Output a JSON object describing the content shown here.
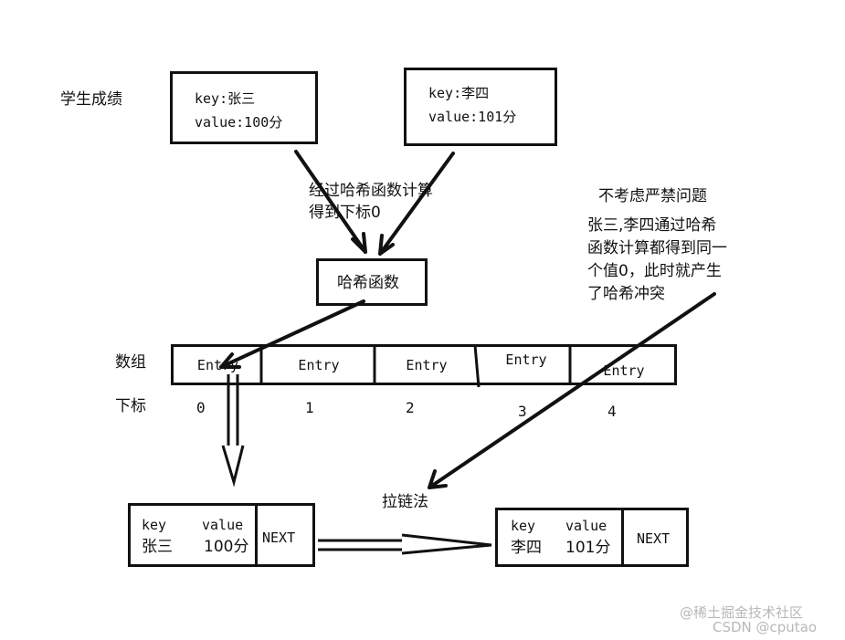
{
  "title": "学生成绩",
  "box1": {
    "line1": "key:张三",
    "line2": "value:100分"
  },
  "box2": {
    "line1": "key:李四",
    "line2": "value:101分"
  },
  "note_hash": {
    "line1": "经过哈希函数计算",
    "line2": "得到下标0"
  },
  "hash_func": "哈希函数",
  "no_consider": "不考虑严禁问题",
  "collision_note": {
    "line1": "张三,李四通过哈希",
    "line2": "函数计算都得到同一",
    "line3": "个值0，此时就产生",
    "line4": "了哈希冲突"
  },
  "array_label": "数组",
  "index_label": "下标",
  "entries": [
    "Entry",
    "Entry",
    "Entry",
    "Entry",
    "Entry"
  ],
  "indexes": [
    "0",
    "1",
    "2",
    "3",
    "4"
  ],
  "chain_label": "拉链法",
  "node1": {
    "key_header": "key",
    "value_header": "value",
    "key": "张三",
    "value": "100分",
    "next": "NEXT"
  },
  "node2": {
    "key_header": "key",
    "value_header": "value",
    "key": "李四",
    "value": "101分",
    "next": "NEXT"
  },
  "watermark1": "@稀土掘金技术社区",
  "watermark2": "CSDN @cputao"
}
